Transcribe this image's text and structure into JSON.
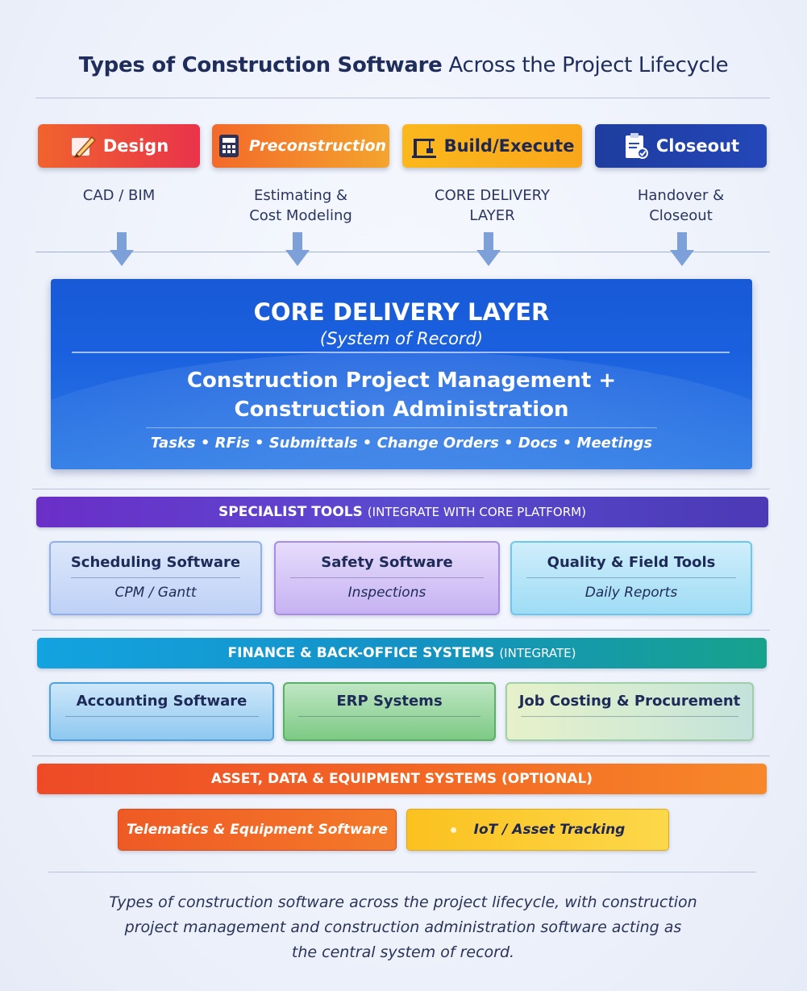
{
  "header": {
    "title_bold": "Types of Construction Software",
    "title_rest": "Across the Project Lifecycle"
  },
  "phases": [
    {
      "label": "Design",
      "icon": "pencil-ruler-icon",
      "subtitle_line1": "CAD / BIM",
      "subtitle_line2": ""
    },
    {
      "label": "Preconstruction",
      "icon": "calculator-icon",
      "subtitle_line1": "Estimating &",
      "subtitle_line2": "Cost Modeling"
    },
    {
      "label": "Build/Execute",
      "icon": "crane-icon",
      "subtitle_line1": "CORE DELIVERY",
      "subtitle_line2": "LAYER"
    },
    {
      "label": "Closeout",
      "icon": "clipboard-check-icon",
      "subtitle_line1": "Handover &",
      "subtitle_line2": "Closeout"
    }
  ],
  "core": {
    "title": "CORE DELIVERY LAYER",
    "subtitle": "(System of Record)",
    "main_line1": "Construction Project Management +",
    "main_line2": "Construction Administration",
    "features": "Tasks • RFis • Submittals • Change Orders • Docs • Meetings"
  },
  "specialist": {
    "band_bold": "SPECIALIST TOOLS",
    "band_sub": "(INTEGRATE WITH CORE PLATFORM)",
    "cards": [
      {
        "title": "Scheduling Software",
        "subtitle": "CPM / Gantt"
      },
      {
        "title": "Safety Software",
        "subtitle": "Inspections"
      },
      {
        "title": "Quality & Field Tools",
        "subtitle": "Daily Reports"
      }
    ]
  },
  "finance": {
    "band_bold": "FINANCE & BACK-OFFICE SYSTEMS",
    "band_sub": "(INTEGRATE)",
    "cards": [
      {
        "title": "Accounting Software"
      },
      {
        "title": "ERP Systems"
      },
      {
        "title": "Job Costing & Procurement"
      }
    ]
  },
  "asset": {
    "band_bold": "ASSET, DATA & EQUIPMENT SYSTEMS (OPTIONAL)",
    "items": [
      {
        "label": "Telematics & Equipment Software"
      },
      {
        "label": "IoT / Asset Tracking"
      }
    ]
  },
  "caption": {
    "line1": "Types of construction software across the project lifecycle, with construction",
    "line2": "project management and construction administration software acting as",
    "line3": "the central system of record."
  },
  "colors": {
    "core_blue": "#1a5fdc",
    "specialist_purple": "#5a3fc8",
    "finance_teal": "#1497c4",
    "asset_orange": "#f05a26"
  }
}
